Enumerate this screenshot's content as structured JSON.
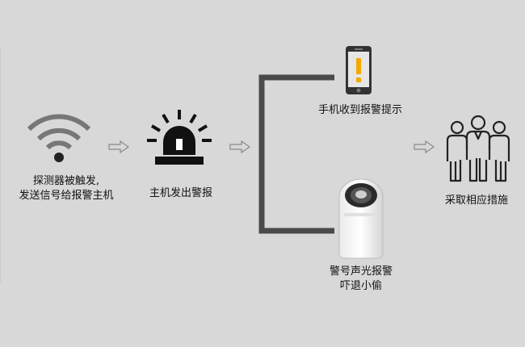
{
  "steps": {
    "sensor": {
      "line1": "探测器被触发,",
      "line2": "发送信号给报警主机",
      "icon": "wifi-icon"
    },
    "host": {
      "label": "主机发出警报",
      "icon": "alarm-beacon-icon"
    },
    "phone": {
      "label": "手机收到报警提示",
      "icon": "phone-alert-icon"
    },
    "siren": {
      "line1": "警号声光报警",
      "line2": "吓退小偷",
      "icon": "siren-device-icon"
    },
    "action": {
      "label": "采取相应措施",
      "icon": "people-group-icon"
    }
  },
  "colors": {
    "background": "#d9d8d8",
    "connector": "#4a4a4a",
    "alert": "#f2a900",
    "icon": "#222222"
  }
}
